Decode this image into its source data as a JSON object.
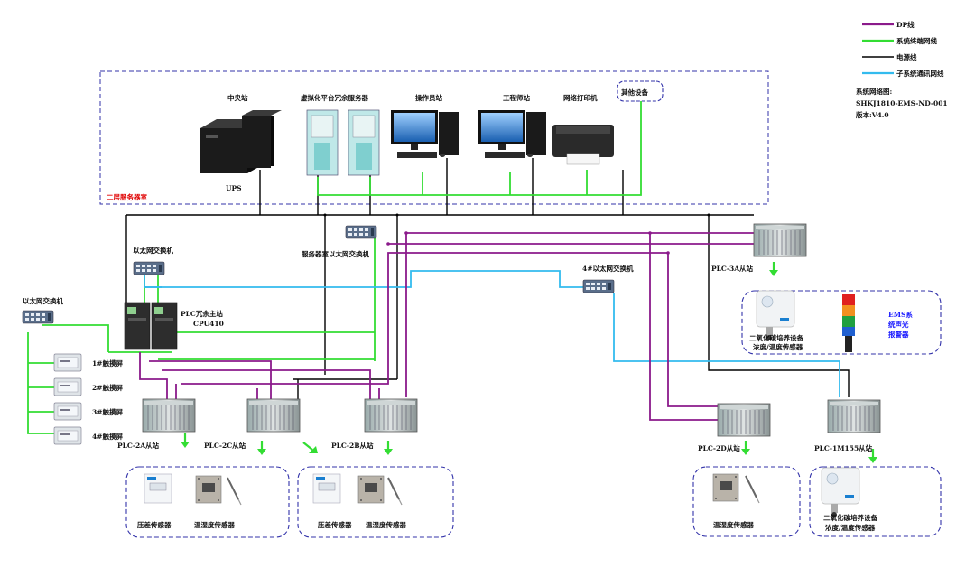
{
  "legend": {
    "dp": "DP线",
    "term": "系统终端网线",
    "power": "电源线",
    "sub": "子系统通讯网线"
  },
  "info": {
    "line1": "系统网络图:",
    "line2": "SHKJ1810-EMS-ND-001",
    "line3": "版本:V4.0"
  },
  "colors": {
    "dp": "#8b1a8b",
    "term": "#33dd33",
    "power": "#000000",
    "sub": "#33bbee",
    "dash": "#3333aa"
  },
  "server_room": {
    "title": "二层服务器室",
    "central": "中央站",
    "ups": "UPS",
    "virtual": "虚拟化平台冗余服务器",
    "operator": "操作员站",
    "engineer": "工程师站",
    "printer": "网络打印机",
    "other": "其他设备",
    "server_switch": "服务器室以太网交换机"
  },
  "nodes": {
    "eth_switch_a": "以太网交换机",
    "eth_switch_b": "以太网交换机",
    "plc_master_1": "PLC冗余主站",
    "plc_master_2": "CPU410",
    "switch_4f": "4#以太网交换机",
    "touch": [
      "1#触摸屏",
      "2#触摸屏",
      "3#触摸屏",
      "4#触摸屏"
    ],
    "plc_2a": "PLC-2A从站",
    "plc_2c": "PLC-2C从站",
    "plc_2b": "PLC-2B从站",
    "plc_3a": "PLC-3A从站",
    "plc_2d": "PLC-2D从站",
    "plc_1m": "PLC-1M155从站"
  },
  "groups": {
    "g1_a": "压差传感器",
    "g1_b": "温湿度传感器",
    "g2_a": "压差传感器",
    "g2_b": "温湿度传感器",
    "g3_a": "温湿度传感器",
    "g4_1": "二氧化碳培养设备",
    "g4_2": "浓度/温度传感器",
    "g5_1": "二氧化碳培养设备",
    "g5_2": "浓度/温度传感器",
    "ems_1": "EMS系",
    "ems_2": "统声光",
    "ems_3": "报警器"
  }
}
